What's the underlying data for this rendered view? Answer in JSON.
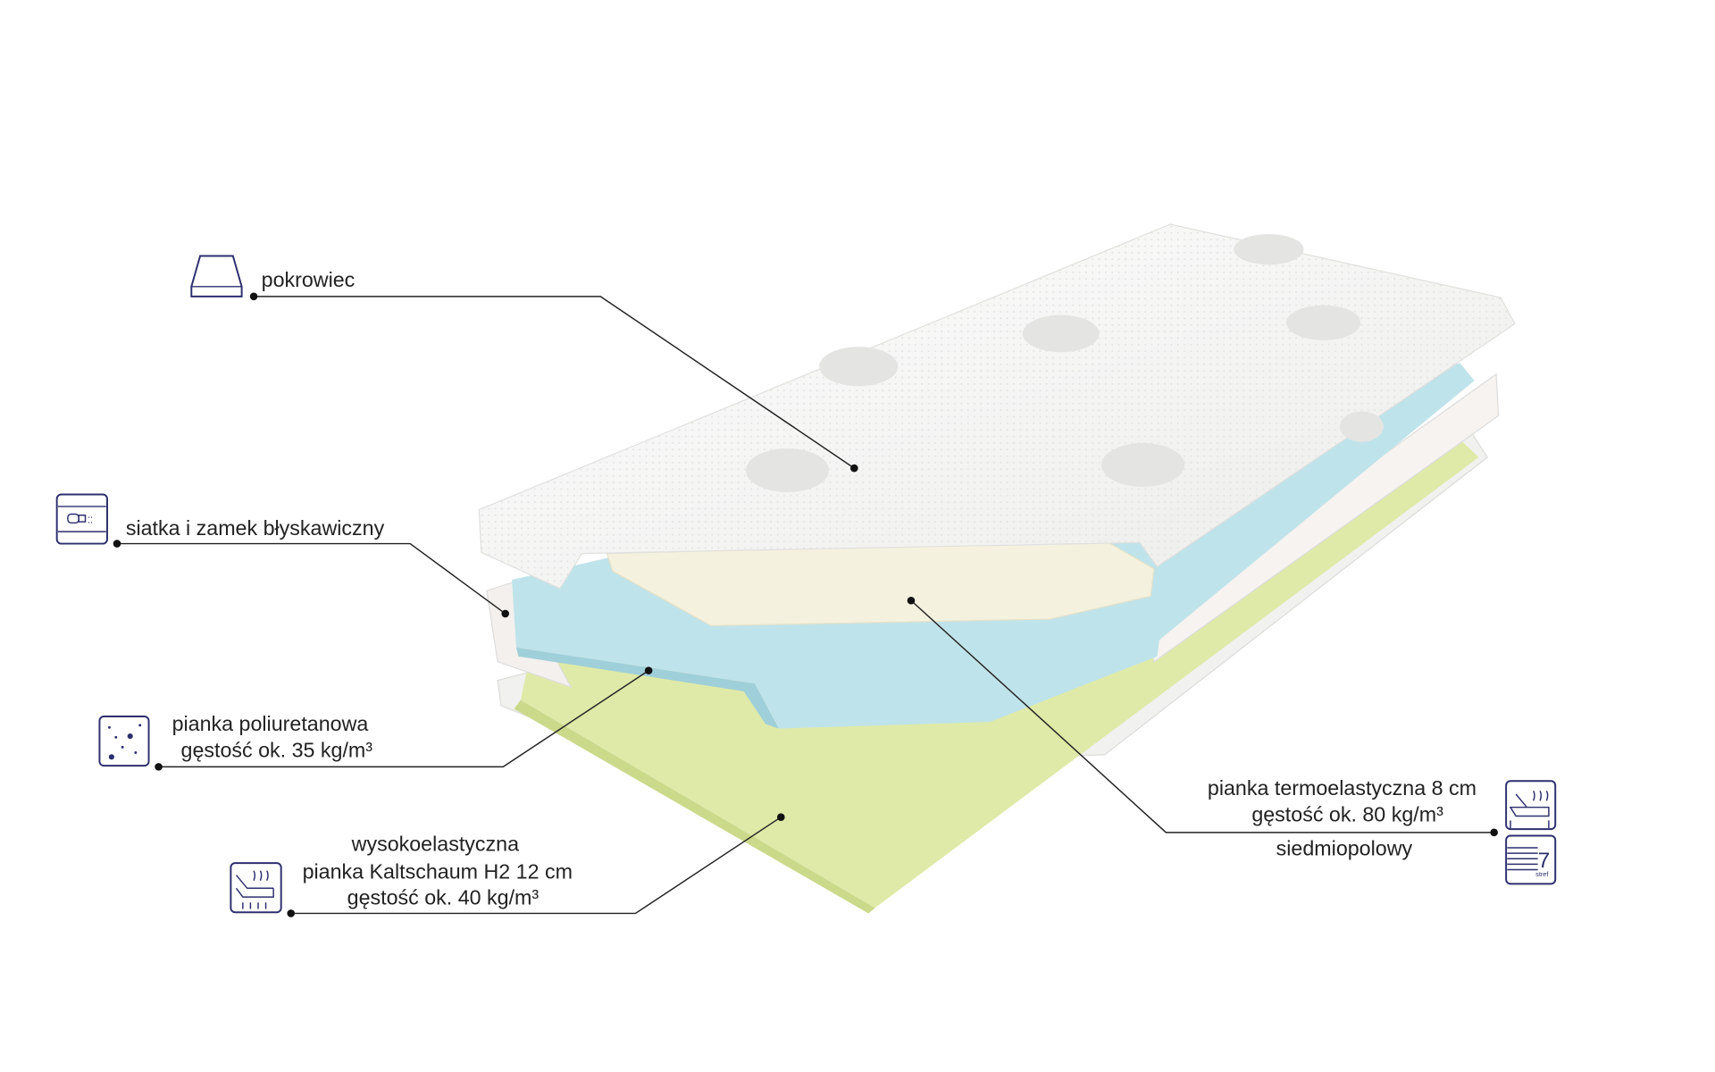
{
  "colors": {
    "icon": "#2e2f6e",
    "cover": "#f7f7f5",
    "memory_foam": "#f4f1de",
    "pu_foam": "#bfe3ea",
    "hr_foam": "#dfeaa8"
  },
  "labels": {
    "cover": {
      "text": "pokrowiec",
      "icon": "mattress-cover-icon"
    },
    "zipper": {
      "text": "siatka i zamek błyskawiczny",
      "icon": "zipper-mesh-icon"
    },
    "pu_foam": {
      "line1": "pianka poliuretanowa",
      "line2": "gęstość ok. 35 kg/m³",
      "icon": "foam-dots-icon"
    },
    "hr_foam": {
      "line1": "wysokoelastyczna",
      "line2": "pianka Kaltschaum H2 12 cm",
      "line3": "gęstość ok. 40 kg/m³",
      "icon": "high-elastic-foam-icon"
    },
    "memory_foam": {
      "line1": "pianka termoelastyczna 8 cm",
      "line2": "gęstość ok. 80 kg/m³",
      "line3": "siedmiopolowy",
      "icon": "thermo-foam-icon",
      "zones_icon": "seven-zones-icon",
      "zones_number": "7",
      "zones_caption": "stref"
    }
  }
}
